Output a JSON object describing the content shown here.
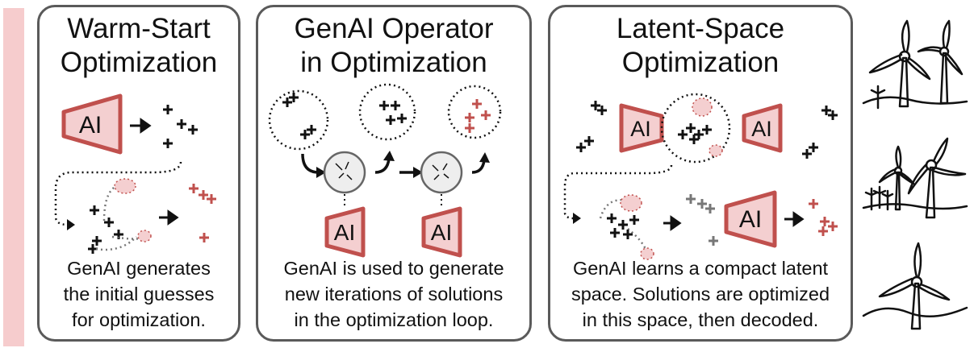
{
  "colors": {
    "accent_bar": "#f6cccd",
    "ai_fill": "#f4cfd0",
    "ai_stroke": "#c0504d",
    "red_plus": "#c0504d",
    "border": "#5a5a5a",
    "operator_fill": "#eeeeee"
  },
  "panels": [
    {
      "title": "Warm-Start\nOptimization",
      "ai_label": "AI",
      "caption": "GenAI generates\nthe initial guesses\nfor optimization."
    },
    {
      "title": "GenAI Operator\nin Optimization",
      "ai_labels": [
        "AI",
        "AI"
      ],
      "caption": "GenAI is used to generate\nnew iterations of solutions\nin the optimization loop."
    },
    {
      "title": "Latent-Space\nOptimization",
      "ai_labels": [
        "AI",
        "AI",
        "AI"
      ],
      "caption": "GenAI learns a compact latent\nspace. Solutions are optimized\nin this space, then decoded."
    }
  ],
  "side_icons": [
    "wind-turbine-pair-icon",
    "wind-farm-icon",
    "single-wind-turbine-icon"
  ]
}
